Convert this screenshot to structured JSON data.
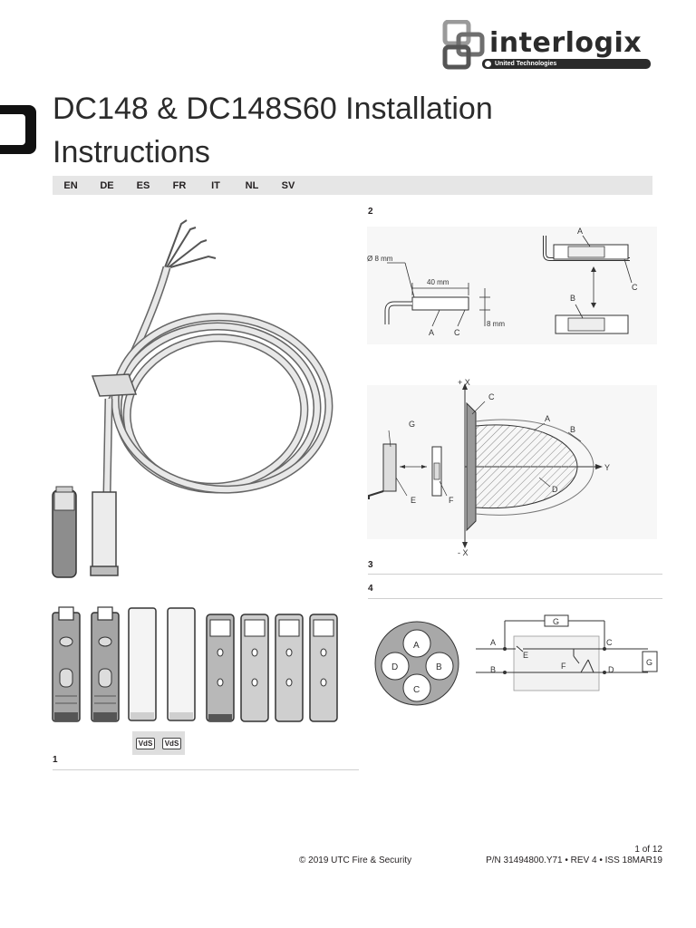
{
  "brand": {
    "name": "interlogix",
    "tagline": "United Technologies"
  },
  "title_line1": "DC148 & DC148S60 Installation",
  "title_line2": "Instructions",
  "languages": [
    "EN",
    "DE",
    "ES",
    "FR",
    "IT",
    "NL",
    "SV"
  ],
  "figures": {
    "fig1": {
      "number": "1",
      "vds1": "VdS",
      "vds2": "VdS"
    },
    "fig2": {
      "number": "2",
      "diameter": "Ø 8 mm",
      "length": "40 mm",
      "height": "8 mm",
      "labels": {
        "A": "A",
        "B": "B",
        "C": "C",
        "D": "D",
        "E": "E",
        "F": "F",
        "G": "G"
      },
      "axis_x_pos": "+ X",
      "axis_x_neg": "- X",
      "axis_y": "Y"
    },
    "fig3": {
      "number": "3"
    },
    "fig4": {
      "number": "4"
    }
  },
  "footer": {
    "page": "1 of 12",
    "copyright": "© 2019 UTC Fire & Security",
    "part_number": "P/N 31494800.Y71 • REV 4 • ISS 18MAR19"
  }
}
